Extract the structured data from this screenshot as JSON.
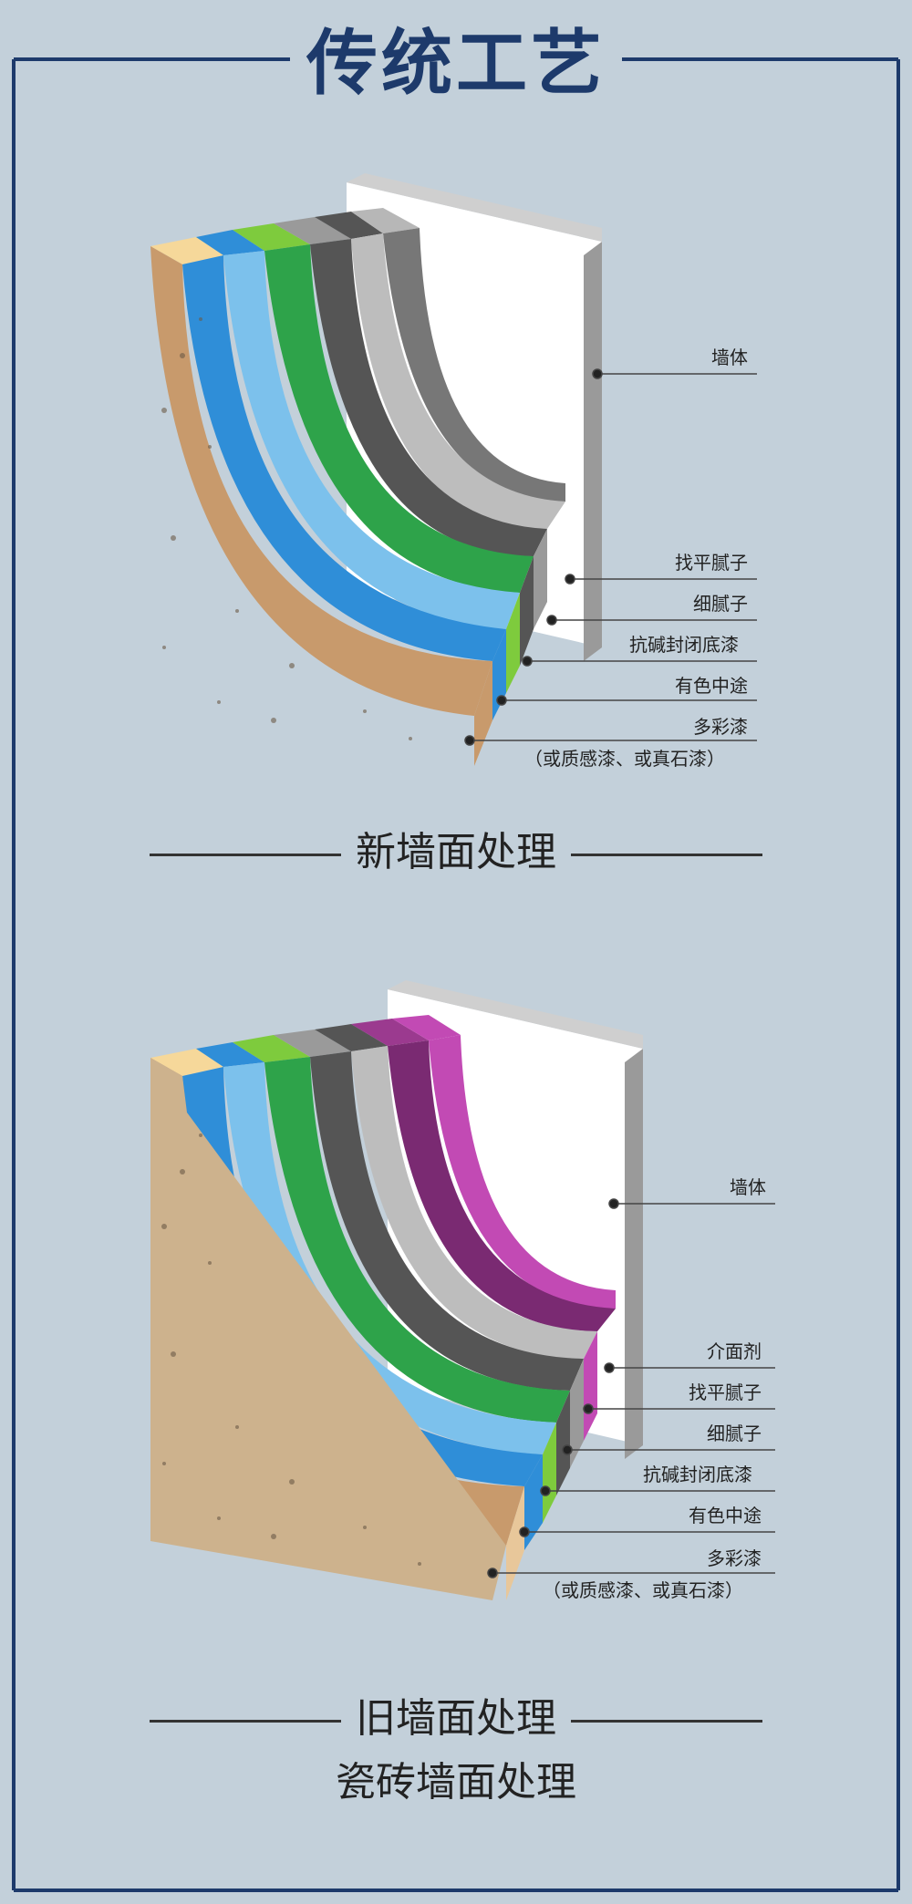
{
  "title": "传统工艺",
  "colors": {
    "frame": "#1d3a6b",
    "stone": "#cdb28d",
    "tan": "#c89a6c",
    "blue": "#2f8ed8",
    "lightblue": "#7cc1ec",
    "green": "#2ea34a",
    "lime": "#7ecb3d",
    "gray": "#9a9a9a",
    "darkgray": "#555555",
    "magenta": "#9b3a8f",
    "wall": "#ffffff"
  },
  "section1": {
    "caption": "新墙面处理",
    "labels": [
      "墙体",
      "找平腻子",
      "细腻子",
      "抗碱封闭底漆",
      "有色中途",
      "多彩漆"
    ],
    "note": "（或质感漆、或真石漆）"
  },
  "section2": {
    "caption1": "旧墙面处理",
    "caption2": "瓷砖墙面处理",
    "labels": [
      "墙体",
      "介面剂",
      "找平腻子",
      "细腻子",
      "抗碱封闭底漆",
      "有色中途",
      "多彩漆"
    ],
    "note": "（或质感漆、或真石漆）"
  }
}
